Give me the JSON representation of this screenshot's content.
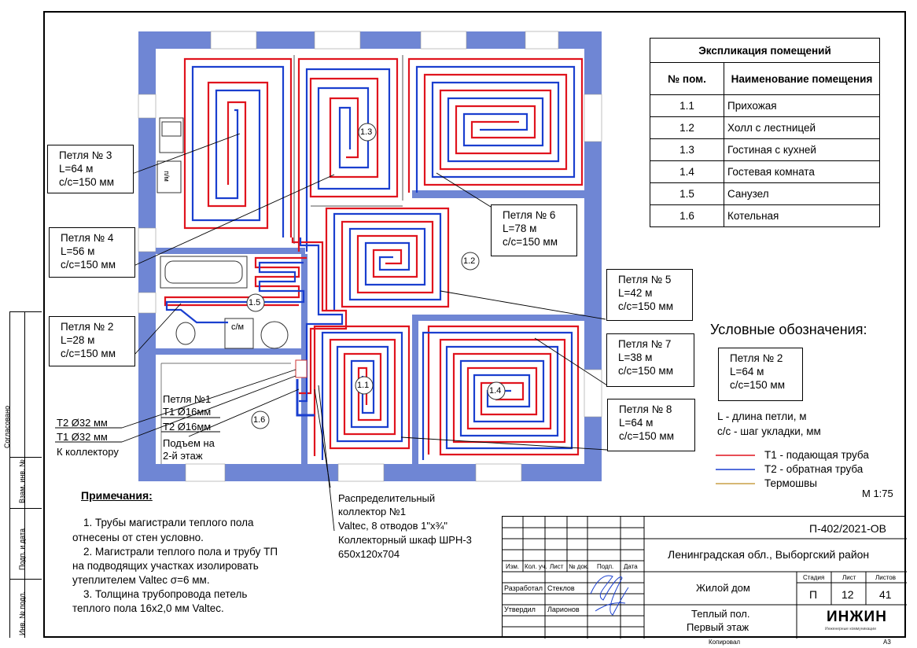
{
  "rooms": {
    "r11": "1.1",
    "r12": "1.2",
    "r13": "1.3",
    "r14": "1.4",
    "r15": "1.5",
    "r16": "1.6",
    "cm_label": "с/м",
    "pm_label": "п/м"
  },
  "loops": {
    "loop3": {
      "name": "Петля № 3",
      "length": "L=64 м",
      "step": "с/с=150 мм"
    },
    "loop4": {
      "name": "Петля № 4",
      "length": "L=56 м",
      "step": "с/с=150 мм"
    },
    "loop2": {
      "name": "Петля № 2",
      "length": "L=28 м",
      "step": "с/с=150 мм"
    },
    "loop6": {
      "name": "Петля № 6",
      "length": "L=78 м",
      "step": "с/с=150 мм"
    },
    "loop5": {
      "name": "Петля № 5",
      "length": "L=42 м",
      "step": "с/с=150 мм"
    },
    "loop7": {
      "name": "Петля № 7",
      "length": "L=38 м",
      "step": "с/с=150 мм"
    },
    "loop8": {
      "name": "Петля № 8",
      "length": "L=64 м",
      "step": "с/с=150 мм"
    },
    "loop1": {
      "name": "Петля №1",
      "t1": "Т1 Ø16мм",
      "t2": "Т2 Ø16мм"
    }
  },
  "annotations": {
    "t2_main": "Т2 Ø32 мм",
    "t1_main": "Т1 Ø32 мм",
    "to_collector": "К коллектору",
    "rise1": "Подъем на",
    "rise2": "2-й этаж",
    "collector1": "Распределительный",
    "collector2": "коллектор №1",
    "collector3": "Valtec, 8 отводов 1\"x¾\"",
    "collector4": "Коллекторный шкаф ШРН-3",
    "collector5": "650х120х704"
  },
  "explication": {
    "title": "Экспликация помещений",
    "col_num": "№ пом.",
    "col_name": "Наименование помещения",
    "rows": [
      {
        "num": "1.1",
        "name": "Прихожая"
      },
      {
        "num": "1.2",
        "name": "Холл с лестницей"
      },
      {
        "num": "1.3",
        "name": "Гостиная с кухней"
      },
      {
        "num": "1.4",
        "name": "Гостевая комната"
      },
      {
        "num": "1.5",
        "name": "Санузел"
      },
      {
        "num": "1.6",
        "name": "Котельная"
      }
    ]
  },
  "legend": {
    "title": "Условные обозначения:",
    "sample_name": "Петля № 2",
    "sample_length": "L=64 м",
    "sample_step": "с/с=150 мм",
    "def_l": "L - длина петли, м",
    "def_cc": "с/с - шаг укладки, мм",
    "t1": "Т1 - подающая труба",
    "t2": "Т2 - обратная труба",
    "thermo": "Термошвы",
    "scale": "М 1:75",
    "colors": {
      "t1": "#e0141e",
      "t2": "#1a3fcf",
      "thermo": "#c8a046"
    }
  },
  "notes": {
    "title": "Примечания:",
    "n1a": "1.    Трубы магистрали теплого пола",
    "n1b": "отнесены от стен условно.",
    "n2a": "2.    Магистрали теплого пола и трубу ТП",
    "n2b": "на подводящих участках изолировать",
    "n2c": "утеплителем Valtec σ=6 мм.",
    "n3a": "3.    Толщина трубопровода петель",
    "n3b": "теплого пола 16х2,0 мм Valtec."
  },
  "stamp": {
    "code": "П-402/2021-ОВ",
    "location": "Ленинградская обл., Выборгский район",
    "object": "Жилой дом",
    "sheet_title1": "Теплый пол.",
    "sheet_title2": "Первый этаж",
    "h_izm": "Изм.",
    "h_kol": "Кол. уч.",
    "h_list": "Лист",
    "h_ndok": "№ док.",
    "h_podp": "Подп.",
    "h_data": "Дата",
    "dev_role": "Разработал",
    "dev_name": "Стеклов",
    "app_role": "Утвердил",
    "app_name": "Ларионов",
    "h_stage": "Стадия",
    "h_sheet": "Лист",
    "h_sheets": "Листов",
    "stage": "П",
    "sheet": "12",
    "sheets": "41",
    "logo": "ИНЖИН",
    "logo_sub": "Инженерные коммуникации",
    "copied": "Копировал",
    "format": "А3"
  },
  "side": {
    "agreed": "Согласовано",
    "vzam": "Взам. инв. №",
    "podp": "Подп. и дата",
    "inv": "Инв. № подл."
  }
}
